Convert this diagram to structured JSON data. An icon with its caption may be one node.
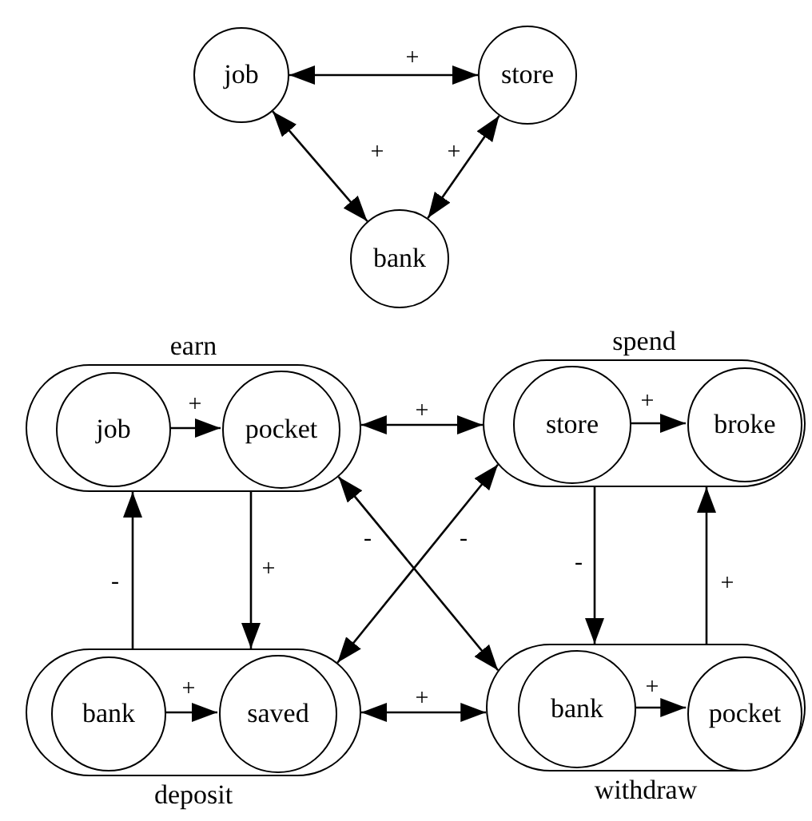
{
  "diagram": {
    "nodes": [
      {
        "text": [
          "job"
        ]
      },
      {
        "text": [
          "store"
        ]
      },
      {
        "text": [
          "bank"
        ]
      },
      {
        "text": [
          "earn"
        ]
      },
      {
        "text": [
          "job"
        ],
        "in": 3
      },
      {
        "text": [
          "pocket"
        ],
        "in": 3
      },
      {
        "text": [
          "spend"
        ]
      },
      {
        "text": [
          "store"
        ],
        "in": 6
      },
      {
        "text": [
          "broke"
        ],
        "in": 6
      },
      {
        "text": [
          "deposit"
        ]
      },
      {
        "text": [
          "bank"
        ],
        "in": 9
      },
      {
        "text": [
          "saved"
        ],
        "in": 9
      },
      {
        "text": [
          "withdraw"
        ]
      },
      {
        "text": [
          "bank"
        ],
        "in": 12
      },
      {
        "text": [
          "pocket"
        ],
        "in": 12
      }
    ],
    "edges": [
      {
        "from": 0,
        "to": 1,
        "arrow": "both",
        "label": "+"
      },
      {
        "from": 0,
        "to": 2,
        "arrow": "both",
        "label": "+"
      },
      {
        "from": 1,
        "to": 2,
        "arrow": "both",
        "label": "+"
      },
      {
        "from": 4,
        "to": 5,
        "arrow": "to",
        "label": "+"
      },
      {
        "from": 3,
        "to": 6,
        "arrow": "both",
        "label": "+"
      },
      {
        "from": 7,
        "to": 8,
        "arrow": "to",
        "label": "+"
      },
      {
        "from": 10,
        "to": 11,
        "arrow": "to",
        "label": "+"
      },
      {
        "from": 9,
        "to": 12,
        "arrow": "both",
        "label": "+"
      },
      {
        "from": 9,
        "to": 3,
        "arrow": "to",
        "label": "-"
      },
      {
        "from": 3,
        "to": 9,
        "arrow": "to",
        "label": "+"
      },
      {
        "from": 12,
        "to": 3,
        "arrow": "both",
        "label": "-"
      },
      {
        "from": 6,
        "to": 9,
        "arrow": "both",
        "label": "-"
      },
      {
        "from": 6,
        "to": 12,
        "arrow": "to",
        "label": "-"
      },
      {
        "from": 12,
        "to": 6,
        "arrow": "to",
        "label": "+"
      },
      {
        "from": 13,
        "to": 14,
        "arrow": "to",
        "label": "+"
      }
    ]
  }
}
